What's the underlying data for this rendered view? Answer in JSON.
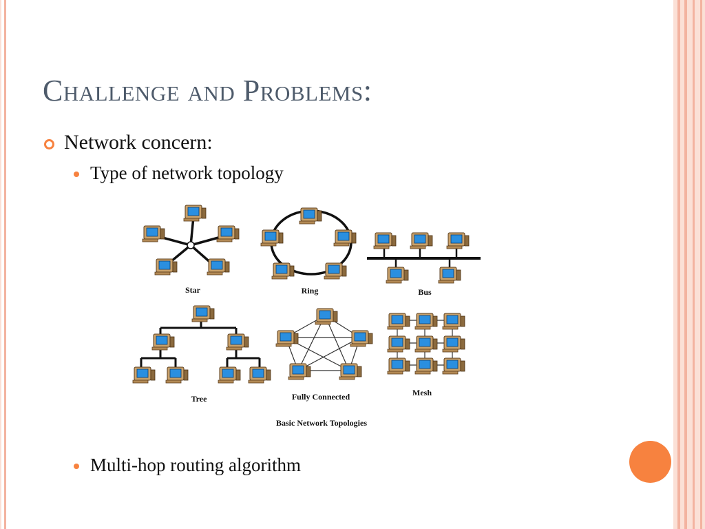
{
  "slide": {
    "title": "Challenge and Problems:",
    "level1": "Network concern:",
    "level2_items": [
      "Type of network topology",
      "Multi-hop routing algorithm"
    ]
  },
  "diagram": {
    "labels": {
      "star": "Star",
      "ring": "Ring",
      "bus": "Bus",
      "tree": "Tree",
      "fully": "Fully Connected",
      "mesh": "Mesh"
    },
    "caption": "Basic Network Topologies"
  },
  "colors": {
    "accent": "#f7823f",
    "title": "#4e5b6b",
    "stripe_light": "#fbe0d6",
    "stripe_mid": "#f3b3a0"
  },
  "icons": [
    "computer-icon"
  ]
}
